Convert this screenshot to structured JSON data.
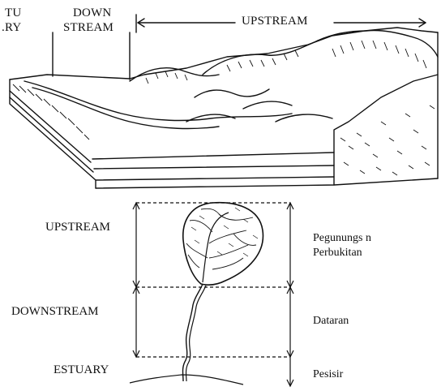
{
  "top_labels": {
    "estuary_partial_1": "TU",
    "estuary_partial_2": ".RY",
    "downstream_1": "DOWN",
    "downstream_2": "STREAM",
    "upstream": "UPSTREAM"
  },
  "profile_labels": {
    "upstream": "UPSTREAM",
    "downstream": "DOWNSTREAM",
    "estuary": "ESTUARY"
  },
  "region_labels": {
    "pegunungan": "Pegunungs n",
    "perbukitan": "Perbukitan",
    "dataran": "Dataran",
    "pesisir": "Pesisir"
  },
  "colors": {
    "ink": "#111111",
    "paper": "#ffffff"
  }
}
